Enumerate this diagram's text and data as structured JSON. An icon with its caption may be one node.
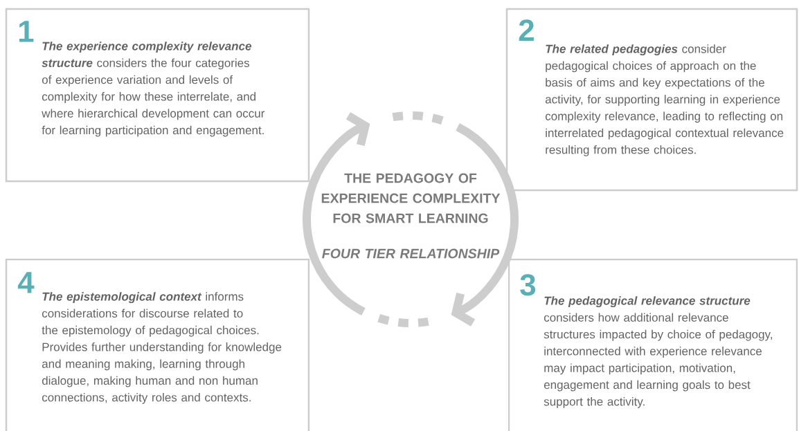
{
  "diagram": {
    "nodes": [
      {
        "text": [
          "1",
          "**The experience complexity relevance structure** considers the four categories of experience variation and levels of complexity for how these interrelate, and where hierarchical development can occur for learning participation and engagement."
        ]
      },
      {
        "text": [
          "2",
          "**The related pedagogies** consider pedagogical choices of approach on the basis of aims and key expectations of the activity, for supporting learning in experience complexity relevance, leading to reflecting on interrelated pedagogical contextual relevance resulting from these choices."
        ]
      },
      {
        "text": [
          "THE PEDAGOGY OF EXPERIENCE COMPLEXITY FOR SMART LEARNING",
          "FOUR TIER RELATIONSHIP"
        ]
      },
      {
        "text": [
          "4",
          "**The epistemological context** informs considerations for discourse related to the epistemology of pedagogical choices. Provides further understanding for knowledge and meaning making, learning through dialogue, making human and non human connections, activity roles and contexts."
        ]
      },
      {
        "text": [
          "3",
          "**The pedagogical relevance structure** considers how additional relevance structures impacted by choice of pedagogy, interconnected with experience relevance may impact participation, motivation, engagement and learning goals to best support the activity."
        ]
      }
    ]
  }
}
